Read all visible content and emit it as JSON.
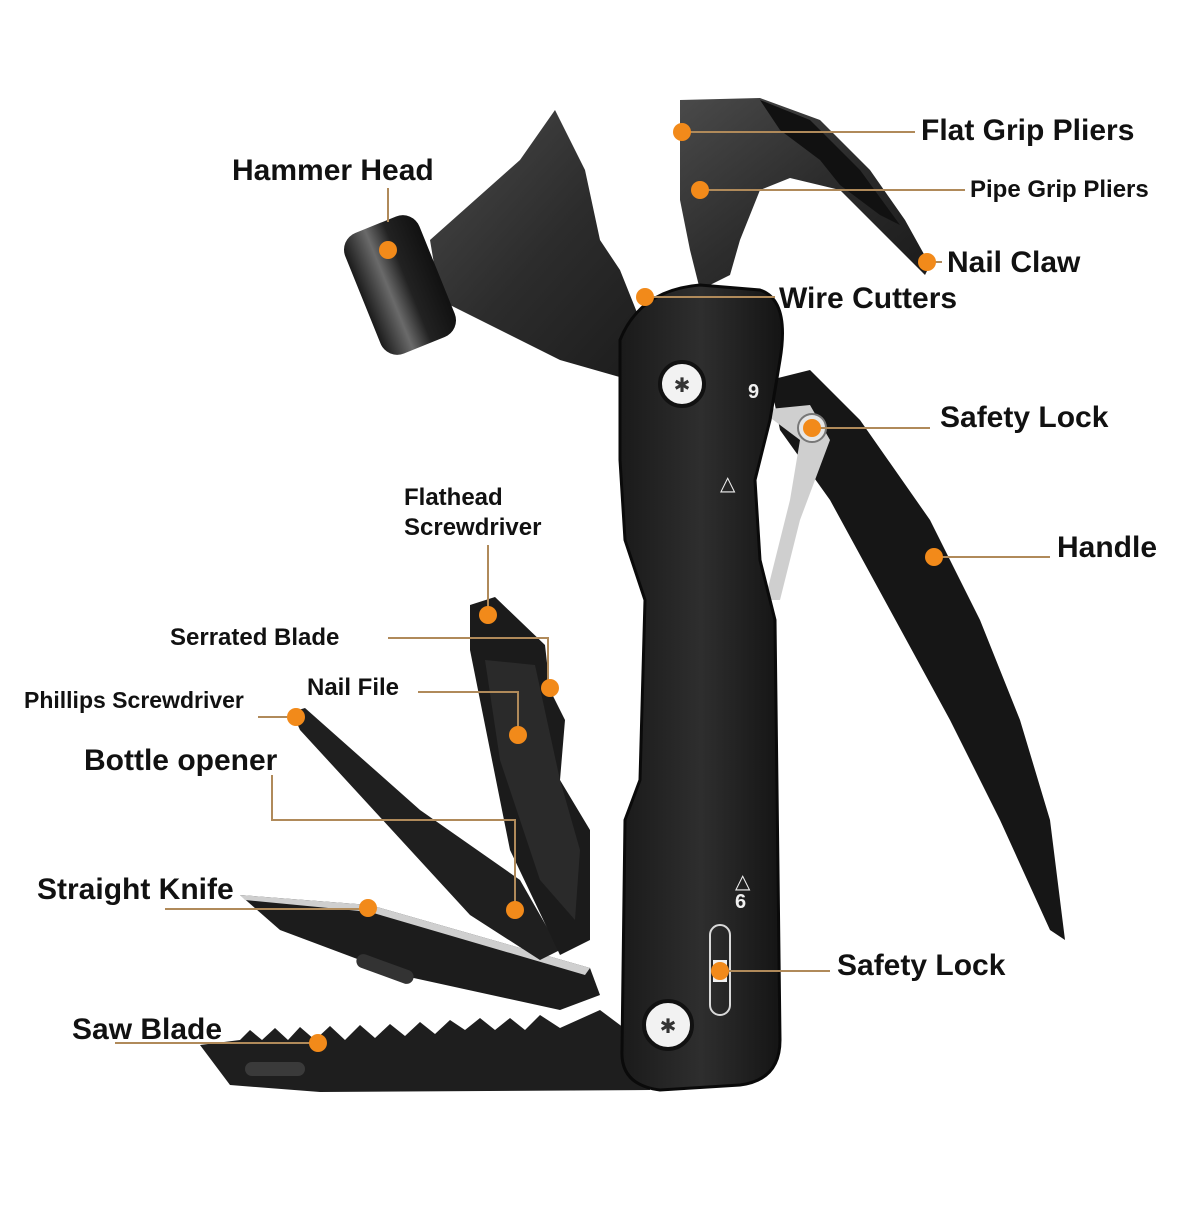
{
  "title": "Multitool Hammer Features",
  "colors": {
    "accent_dot": "#F28A1A",
    "leader_line": "#B08A5A",
    "tool_body": "#1C1C1C",
    "tool_steel": "#3A3A3A",
    "background": "#FFFFFF"
  },
  "callouts": [
    {
      "id": "hammer-head",
      "label": "Hammer Head"
    },
    {
      "id": "flat-grip-pliers",
      "label": "Flat Grip Pliers"
    },
    {
      "id": "pipe-grip-pliers",
      "label": "Pipe Grip Pliers"
    },
    {
      "id": "nail-claw",
      "label": "Nail Claw"
    },
    {
      "id": "wire-cutters",
      "label": "Wire Cutters"
    },
    {
      "id": "safety-lock-top",
      "label": "Safety Lock"
    },
    {
      "id": "handle",
      "label": "Handle"
    },
    {
      "id": "flathead-screwdriver",
      "label": "Flathead\nScrewdriver",
      "lines": [
        "Flathead",
        "Screwdriver"
      ]
    },
    {
      "id": "serrated-blade",
      "label": "Serrated Blade"
    },
    {
      "id": "nail-file",
      "label": "Nail File"
    },
    {
      "id": "phillips-screwdriver",
      "label": "Phillips Screwdriver"
    },
    {
      "id": "bottle-opener",
      "label": "Bottle opener"
    },
    {
      "id": "straight-knife",
      "label": "Straight Knife"
    },
    {
      "id": "saw-blade",
      "label": "Saw Blade"
    },
    {
      "id": "safety-lock-bottom",
      "label": "Safety Lock"
    }
  ],
  "body_markings": {
    "top_glyph_1": "9",
    "top_glyph_2": "△",
    "bottom_glyph_1": "△",
    "bottom_glyph_2": "6"
  },
  "icons": {
    "callout_marker": "orange-dot-icon",
    "screw": "torx-screw-icon"
  }
}
